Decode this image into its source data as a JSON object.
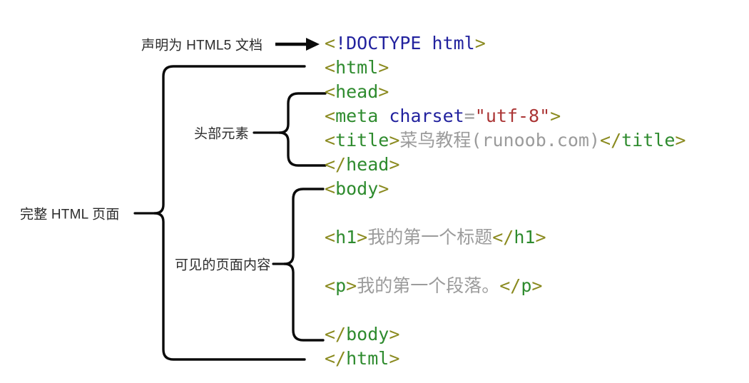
{
  "labels": {
    "doctype": "声明为 HTML5 文档",
    "full_page": "完整 HTML 页面",
    "head_elements": "头部元素",
    "visible_content": "可见的页面内容"
  },
  "colors": {
    "punct": "#8a8a1f",
    "tag": "#2e8b2e",
    "doctype": "#22229e",
    "attr": "#22229e",
    "value": "#ab3535",
    "text": "#9b9b9b",
    "equals": "#9b9b9b",
    "line": "#0b0b0b",
    "label": "#2b2b2b",
    "background": "#ffffff"
  },
  "code": {
    "lines": [
      {
        "tokens": [
          {
            "t": "<",
            "c": "punct"
          },
          {
            "t": "!DOCTYPE html",
            "c": "doctype"
          },
          {
            "t": ">",
            "c": "punct"
          }
        ]
      },
      {
        "tokens": [
          {
            "t": "<",
            "c": "punct"
          },
          {
            "t": "html",
            "c": "tag"
          },
          {
            "t": ">",
            "c": "punct"
          }
        ]
      },
      {
        "tokens": [
          {
            "t": "<",
            "c": "punct"
          },
          {
            "t": "head",
            "c": "tag"
          },
          {
            "t": ">",
            "c": "punct"
          }
        ]
      },
      {
        "tokens": [
          {
            "t": "<",
            "c": "punct"
          },
          {
            "t": "meta",
            "c": "tag"
          },
          {
            "t": " ",
            "c": "text"
          },
          {
            "t": "charset",
            "c": "attr"
          },
          {
            "t": "=",
            "c": "equals"
          },
          {
            "t": "\"utf-8\"",
            "c": "value"
          },
          {
            "t": ">",
            "c": "punct"
          }
        ]
      },
      {
        "tokens": [
          {
            "t": "<",
            "c": "punct"
          },
          {
            "t": "title",
            "c": "tag"
          },
          {
            "t": ">",
            "c": "punct"
          },
          {
            "t": "菜鸟教程(runoob.com)",
            "c": "text"
          },
          {
            "t": "</",
            "c": "punct"
          },
          {
            "t": "title",
            "c": "tag"
          },
          {
            "t": ">",
            "c": "punct"
          }
        ]
      },
      {
        "tokens": [
          {
            "t": "</",
            "c": "punct"
          },
          {
            "t": "head",
            "c": "tag"
          },
          {
            "t": ">",
            "c": "punct"
          }
        ]
      },
      {
        "tokens": [
          {
            "t": "<",
            "c": "punct"
          },
          {
            "t": "body",
            "c": "tag"
          },
          {
            "t": ">",
            "c": "punct"
          }
        ]
      },
      {
        "tokens": []
      },
      {
        "tokens": [
          {
            "t": "<",
            "c": "punct"
          },
          {
            "t": "h1",
            "c": "tag"
          },
          {
            "t": ">",
            "c": "punct"
          },
          {
            "t": "我的第一个标题",
            "c": "text"
          },
          {
            "t": "</",
            "c": "punct"
          },
          {
            "t": "h1",
            "c": "tag"
          },
          {
            "t": ">",
            "c": "punct"
          }
        ]
      },
      {
        "tokens": []
      },
      {
        "tokens": [
          {
            "t": "<",
            "c": "punct"
          },
          {
            "t": "p",
            "c": "tag"
          },
          {
            "t": ">",
            "c": "punct"
          },
          {
            "t": "我的第一个段落。",
            "c": "text"
          },
          {
            "t": "</",
            "c": "punct"
          },
          {
            "t": "p",
            "c": "tag"
          },
          {
            "t": ">",
            "c": "punct"
          }
        ]
      },
      {
        "tokens": []
      },
      {
        "tokens": [
          {
            "t": "</",
            "c": "punct"
          },
          {
            "t": "body",
            "c": "tag"
          },
          {
            "t": ">",
            "c": "punct"
          }
        ]
      },
      {
        "tokens": [
          {
            "t": "</",
            "c": "punct"
          },
          {
            "t": "html",
            "c": "tag"
          },
          {
            "t": ">",
            "c": "punct"
          }
        ]
      }
    ]
  }
}
